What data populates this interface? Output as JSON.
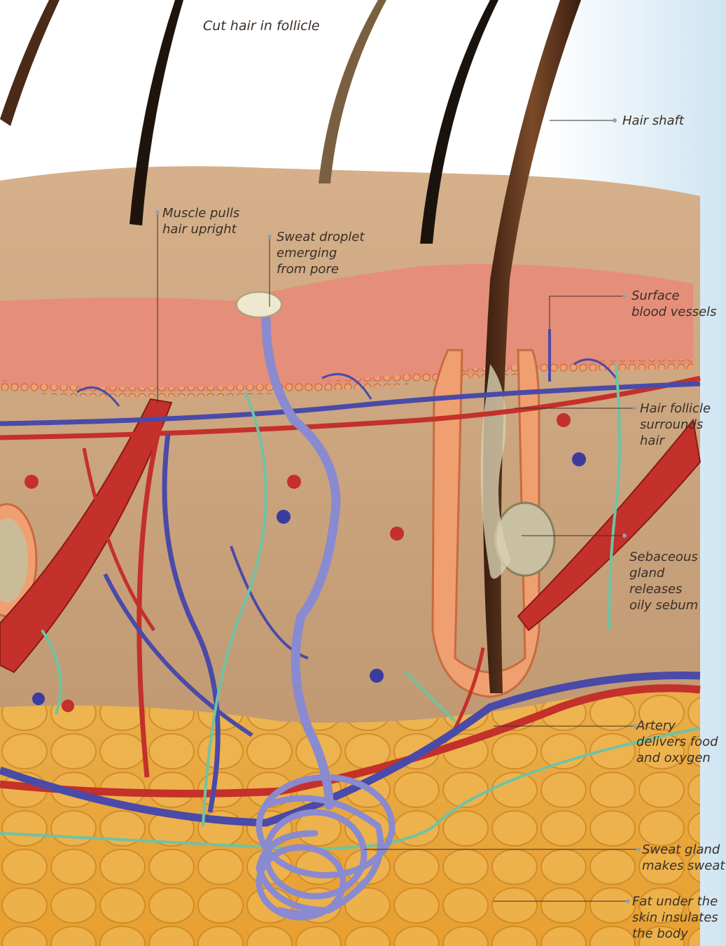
{
  "diagram": {
    "title": "Cut hair in follicle",
    "labels": {
      "hair_shaft": [
        "Hair shaft"
      ],
      "muscle": [
        "Muscle pulls",
        "hair upright"
      ],
      "sweat_droplet": [
        "Sweat droplet",
        "emerging",
        "from pore"
      ],
      "surface_vessels": [
        "Surface",
        "blood vessels"
      ],
      "hair_follicle": [
        "Hair follicle",
        "surrounds hair"
      ],
      "sebaceous": [
        "Sebaceous",
        "gland",
        "releases",
        "oily sebum"
      ],
      "artery": [
        "Artery",
        "delivers food",
        "and oxygen"
      ],
      "sweat_gland": [
        "Sweat gland",
        "makes sweat"
      ],
      "fat": [
        "Fat under the",
        "skin insulates",
        "the body"
      ]
    },
    "colors": {
      "skin": "#c9a47c",
      "epidermis": "#e8826f",
      "artery": "#c4302a",
      "vein": "#4a4aa8",
      "nerve": "#6fc3a4",
      "fat": "#e8a53a",
      "hair": "#4a2a18",
      "sweat_gland": "#8a8ad0"
    }
  }
}
